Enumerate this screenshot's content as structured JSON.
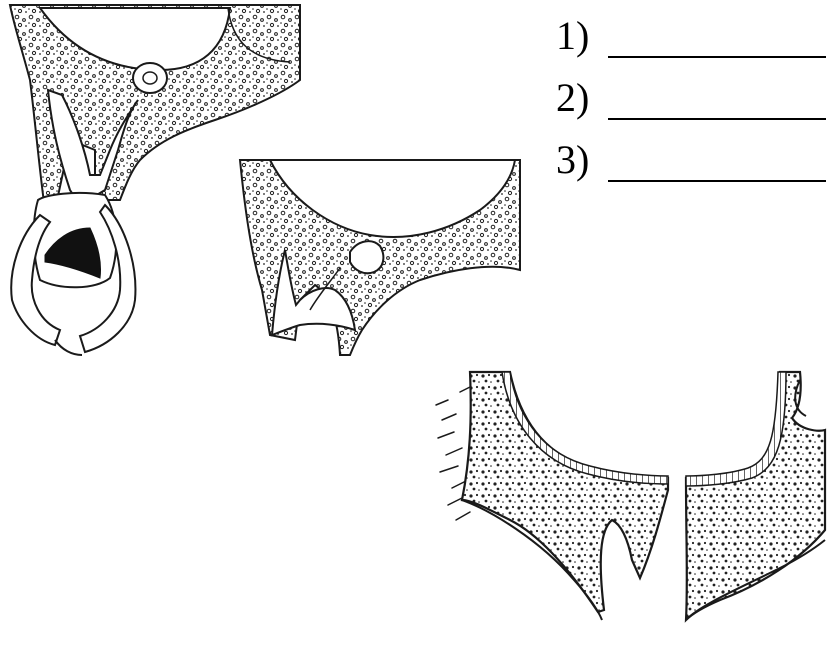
{
  "answers": [
    {
      "number": "1)"
    },
    {
      "number": "2)"
    },
    {
      "number": "3)"
    }
  ],
  "figures": [
    {
      "id": "figure-1",
      "depicts": "tooth-extraction-forceps-maxillary-sinus"
    },
    {
      "id": "figure-2",
      "depicts": "socket-with-sinus-perforation"
    },
    {
      "id": "figure-3",
      "depicts": "oroantral-communication-mucosa"
    }
  ],
  "colors": {
    "ink": "#1a1a1a",
    "paper": "#ffffff",
    "shade": "#cfcfcf"
  }
}
